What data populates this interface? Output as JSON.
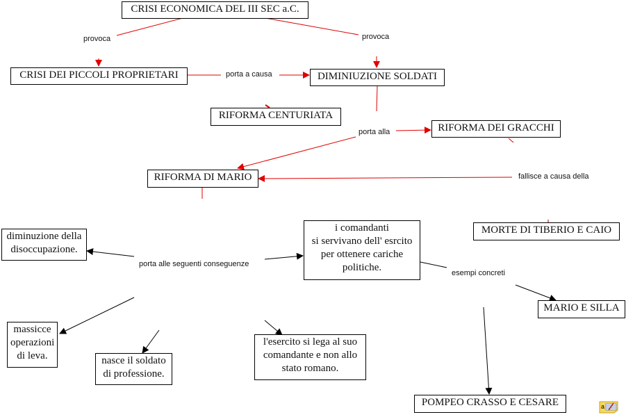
{
  "colors": {
    "red_link": "#e00000",
    "black_link": "#000000",
    "node_border": "#000000"
  },
  "nodes": {
    "crisi_economica": "CRISI ECONOMICA DEL III SEC a.C.",
    "crisi_piccoli": "CRISI DEI PICCOLI PROPRIETARI",
    "diminuzione_soldati": "DIMINIUZIONE SOLDATI",
    "riforma_centuriata": "RIFORMA CENTURIATA",
    "riforma_gracchi": "RIFORMA DEI GRACCHI",
    "riforma_mario": "RIFORMA DI MARIO",
    "morte_tiberio": "MORTE DI TIBERIO E CAIO",
    "diminuzione_disoccupazione": "diminuzione della\ndisoccupazione.",
    "comandanti": "i comandanti\nsi servivano dell' esrcito\nper ottenere cariche\npolitiche.",
    "mario_silla": "MARIO E SILLA",
    "massicce_leva": "massicce\noperazioni\ndi leva.",
    "soldato_professione": "nasce il soldato\ndi professione.",
    "esercito_comandante": "l'esercito si lega al suo\ncomandante e non allo\nstato romano.",
    "pompeo_crasso": "POMPEO CRASSO E CESARE"
  },
  "labels": {
    "provoca_left": "provoca",
    "provoca_right": "provoca",
    "porta_a_causa": "porta a causa",
    "porta_alla": "porta alla",
    "fallisce": "fallisce a causa della",
    "porta_conseguenze": "porta alle seguenti conseguenze",
    "esempi_concreti": "esempi concreti"
  },
  "icons": {
    "note": "note-edit-icon"
  }
}
